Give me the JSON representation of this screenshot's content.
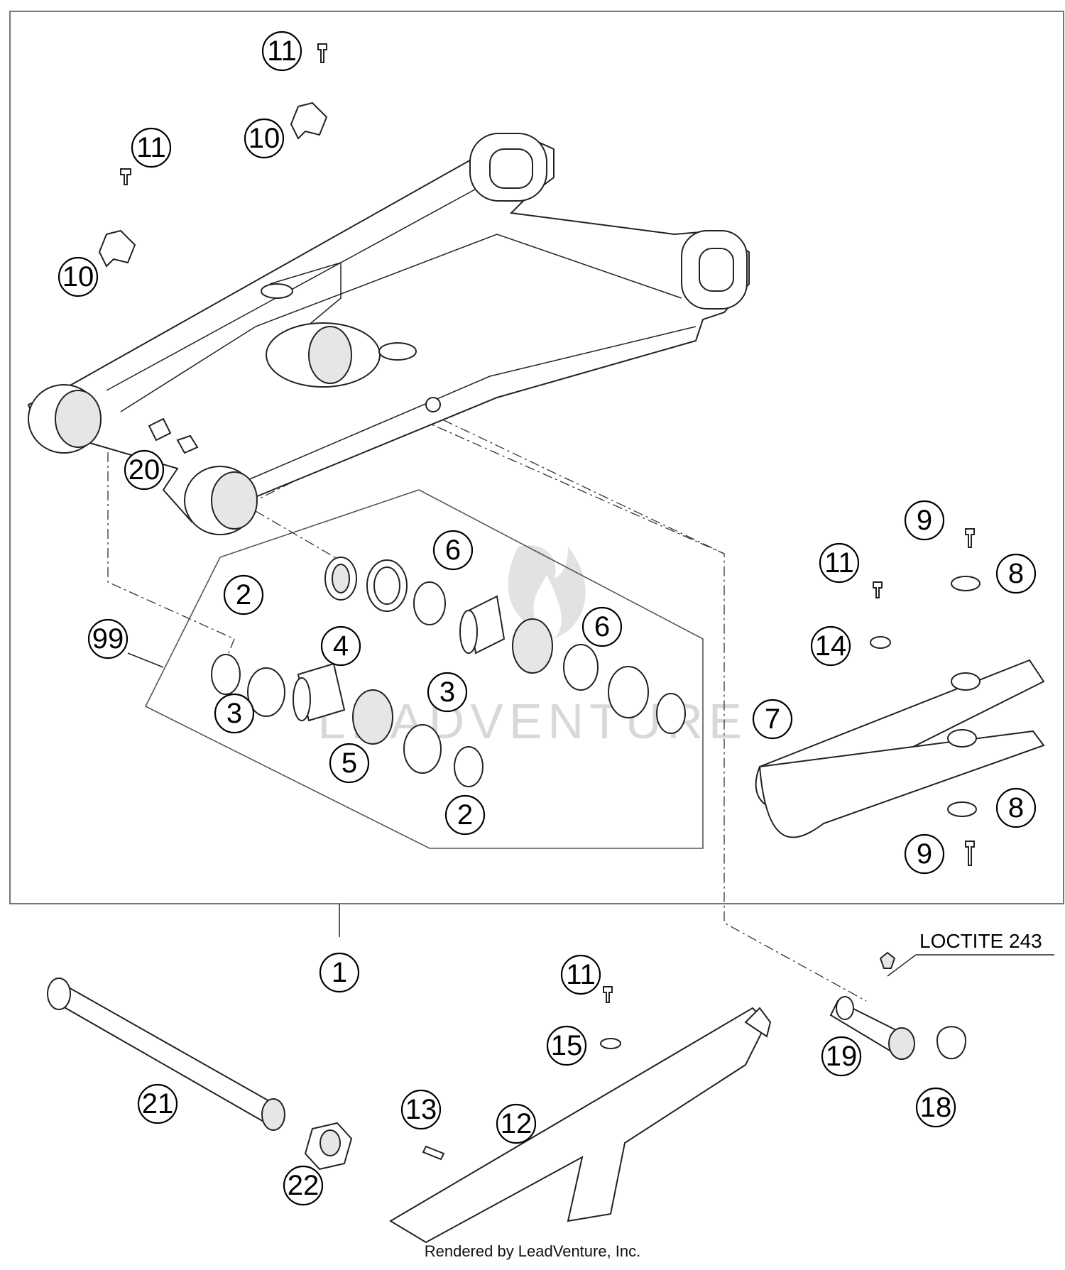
{
  "callouts": [
    {
      "id": "c11a",
      "label": "11"
    },
    {
      "id": "c10a",
      "label": "10"
    },
    {
      "id": "c11b",
      "label": "11"
    },
    {
      "id": "c10b",
      "label": "10"
    },
    {
      "id": "c20",
      "label": "20"
    },
    {
      "id": "c6a",
      "label": "6"
    },
    {
      "id": "c2a",
      "label": "2"
    },
    {
      "id": "c99",
      "label": "99"
    },
    {
      "id": "c4",
      "label": "4"
    },
    {
      "id": "c6b",
      "label": "6"
    },
    {
      "id": "c3a",
      "label": "3"
    },
    {
      "id": "c3b",
      "label": "3"
    },
    {
      "id": "c5",
      "label": "5"
    },
    {
      "id": "c2b",
      "label": "2"
    },
    {
      "id": "c9a",
      "label": "9"
    },
    {
      "id": "c11c",
      "label": "11"
    },
    {
      "id": "c8a",
      "label": "8"
    },
    {
      "id": "c14",
      "label": "14"
    },
    {
      "id": "c7",
      "label": "7"
    },
    {
      "id": "c8b",
      "label": "8"
    },
    {
      "id": "c9b",
      "label": "9"
    },
    {
      "id": "c1",
      "label": "1"
    },
    {
      "id": "c11d",
      "label": "11"
    },
    {
      "id": "c15",
      "label": "15"
    },
    {
      "id": "c19",
      "label": "19"
    },
    {
      "id": "c18",
      "label": "18"
    },
    {
      "id": "c21",
      "label": "21"
    },
    {
      "id": "c13",
      "label": "13"
    },
    {
      "id": "c12",
      "label": "12"
    },
    {
      "id": "c22",
      "label": "22"
    }
  ],
  "note_loctite": "LOCTITE 243",
  "watermark_text": "LEADVENTURE",
  "footer_credit": "Rendered by LeadVenture, Inc."
}
